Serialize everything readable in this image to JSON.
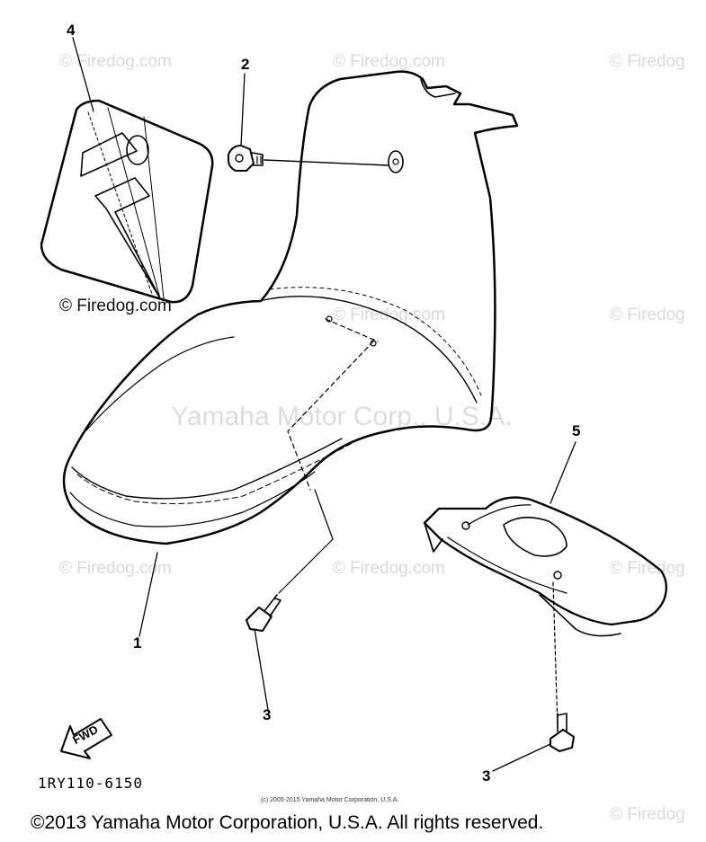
{
  "watermarks": {
    "firedog": "© Firedog.com",
    "firedog_cut": "© Firedog",
    "yamaha": "Yamaha Motor Corp., U.S.A."
  },
  "callouts": {
    "part_1": "1",
    "part_2": "2",
    "part_3a": "3",
    "part_3b": "3",
    "part_4": "4",
    "part_5": "5"
  },
  "fwd_label": "FWD",
  "part_code": "1RY110-6150",
  "small_copyright": "(c) 2005-2015 Yamaha Motor Corporation, U.S.A.",
  "footer_copyright": "©2013 Yamaha Motor Corporation, U.S.A. All rights reserved.",
  "firedog_overlay": "© Firedog.com"
}
